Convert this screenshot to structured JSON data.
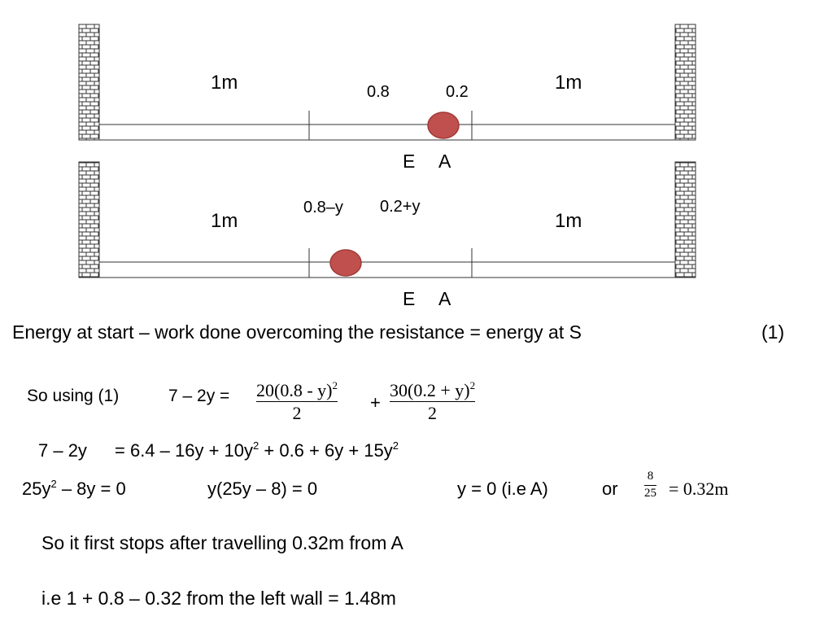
{
  "diagram1": {
    "left_label": "1m",
    "right_label": "1m",
    "seg_left_label": "0.8",
    "seg_right_label": "0.2",
    "point_e": "E",
    "point_a": "A"
  },
  "diagram2": {
    "left_label": "1m",
    "right_label": "1m",
    "seg_left_label": "0.8–y",
    "seg_right_label": "0.2+y",
    "point_e": "E",
    "point_a": "A"
  },
  "equation_line": "Energy at start – work done overcoming the resistance = energy at S",
  "equation_tag": "(1)",
  "so_using": "So using  (1)",
  "lhs": "7 – 2y  =",
  "frac1": {
    "num": "20(0.8 - y)",
    "den": "2"
  },
  "plus": "+",
  "frac2": {
    "num": "30(0.2 + y)",
    "den": "2"
  },
  "expand_lhs": "7 – 2y",
  "expand_rhs_parts": [
    "= 6.4 – 16y + 10y",
    " + 0.6 + 6y + 15y"
  ],
  "quad": [
    "25y",
    " – 8y = 0"
  ],
  "factor": "y(25y – 8) = 0",
  "root": "y = 0  (i.e A)",
  "or": "or",
  "frac3": {
    "num": "8",
    "den": "25"
  },
  "frac3_value": "= 0.32m",
  "conclusion1": "So it first stops after travelling 0.32m from A",
  "conclusion2": "i.e 1 + 0.8 – 0.32 from the left wall  = 1.48m",
  "colors": {
    "ball": "#c0504d",
    "ball_edge": "#a03a37",
    "line": "#333333"
  }
}
